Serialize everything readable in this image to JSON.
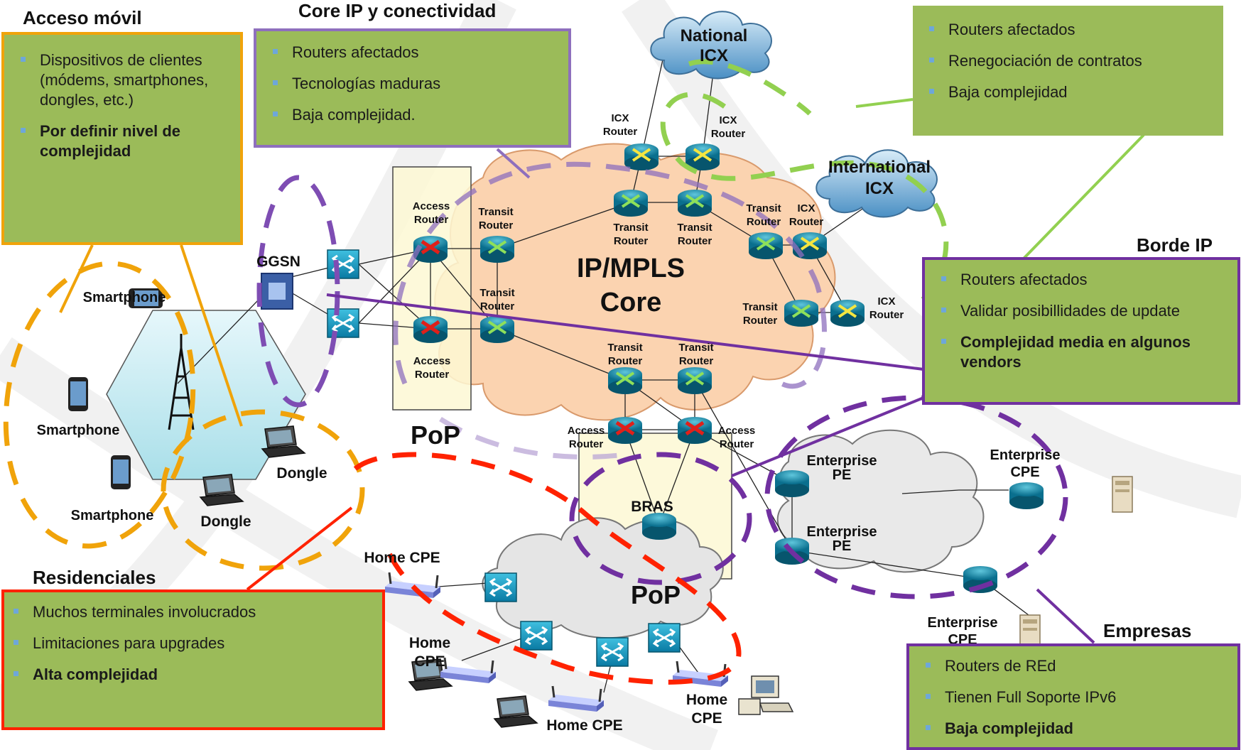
{
  "titles": {
    "acceso": "Acceso móvil",
    "core": "Core IP y conectividad",
    "borde": "Borde IP",
    "residenciales": "Residenciales",
    "empresas": "Empresas"
  },
  "boxes": {
    "acceso": [
      "Dispositivos de clientes (módems, smartphones, dongles, etc.)",
      "Por definir nivel de complejidad"
    ],
    "core": [
      "Routers afectados",
      "Tecnologías maduras",
      "Baja complejidad."
    ],
    "icx": [
      "Routers afectados",
      "Renegociación de contratos",
      "Baja complejidad"
    ],
    "borde": [
      "Routers afectados",
      "Validar posibillidades de update",
      "Complejidad media en algunos vendors"
    ],
    "residenciales": [
      "Muchos terminales involucrados",
      "Limitaciones para upgrades",
      "Alta complejidad"
    ],
    "empresas": [
      "Routers  de REd",
      "Tienen Full Soporte IPv6",
      "Baja complejidad"
    ]
  },
  "labels": {
    "national_icx": [
      "National",
      "ICX"
    ],
    "international_icx": [
      "International",
      "ICX"
    ],
    "core": [
      "IP/MPLS",
      "Core"
    ],
    "pop": "PoP",
    "ggsn": "GGSN",
    "bras": "BRAS",
    "smartphone": "Smartphone",
    "dongle": "Dongle",
    "home_cpe": "Home CPE",
    "home_cpe_split": [
      "Home",
      "CPE"
    ],
    "enterprise_pe": [
      "Enterprise",
      "PE"
    ],
    "enterprise_cpe": [
      "Enterprise",
      "CPE"
    ],
    "icx_router": [
      "ICX",
      "Router"
    ],
    "transit_router": [
      "Transit",
      "Router"
    ],
    "access_router": [
      "Access",
      "Router"
    ]
  },
  "colors": {
    "box_fill": "#9bbb59",
    "orange": "#f0a30a",
    "purple": "#7030a0",
    "green_dash": "#92d050",
    "red_dash": "#ff2200",
    "cloud_core": "#fbd3b0",
    "pop_fill": "#fdf8d4"
  }
}
